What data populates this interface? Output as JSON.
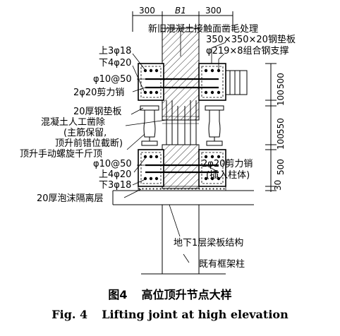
{
  "dimensions": {
    "top_left": "300",
    "top_mid": "B1",
    "top_right": "300",
    "right_500_upper": "500",
    "right_100_upper": "100",
    "right_550": "550",
    "right_100_lower": "100",
    "right_500_lower": "500",
    "right_30": "30"
  },
  "labels": {
    "interface_treatment": "新旧混凝土接触面凿毛处理",
    "steel_pad_plate": "350×350×20钢垫板",
    "steel_support": "φ219×8组合钢支撑",
    "top_3phi18": "上3φ18",
    "bottom_4phi20": "下4φ20",
    "phi10_at50_upper": "φ10@50",
    "shear_pin_2phi20": "2φ20剪力销",
    "pad_20": "20厚钢垫板",
    "concrete_chisel": "混凝土人工凿除",
    "bar_keep": "(主筋保留,",
    "cut_before_lift": "顶升前错位截断)",
    "manual_jack": "顶升手动螺旋千斤顶",
    "phi10_at50_lower": "φ10@50",
    "top_4phi20": "上4φ20",
    "bottom_3phi18": "下3φ18",
    "foam_layer": "20厚泡沫隔离层",
    "shear_pin_lower": "2φ20剪力销",
    "insert_column": "(插入柱体)",
    "basement_slab": "地下1层梁板结构",
    "existing_column": "既有框架柱"
  },
  "caption": {
    "cn_num": "图4",
    "cn_title": "高位顶升节点大样",
    "en_num": "Fig. 4",
    "en_title": "Lifting joint at high elevation"
  }
}
